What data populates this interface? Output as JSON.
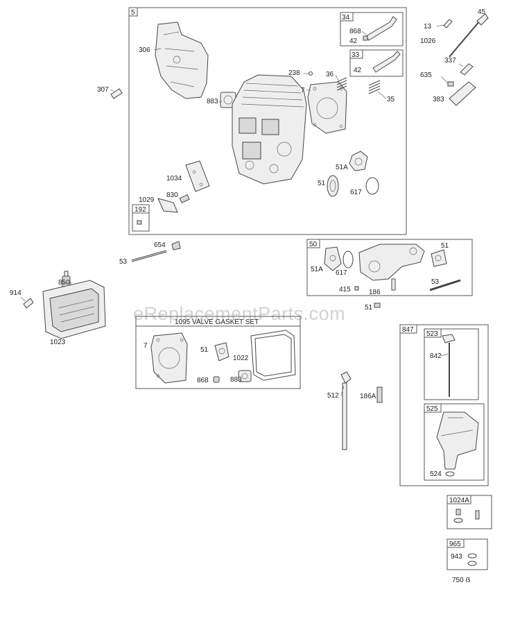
{
  "watermark": "eReplacementParts.com",
  "kit_title": "1095 VALVE GASKET SET",
  "labels": {
    "p5": "5",
    "p306": "306",
    "p883a": "883",
    "p238": "238",
    "p7a": "7",
    "p36": "36",
    "p35": "35",
    "p34": "34",
    "p868a": "868",
    "p42a": "42",
    "p33": "33",
    "p42b": "42",
    "p13": "13",
    "p45": "45",
    "p1026": "1026",
    "p337": "337",
    "p635": "635",
    "p383": "383",
    "p307": "307",
    "p51Aa": "51A",
    "p51a": "51",
    "p617a": "617",
    "p1034": "1034",
    "p830": "830",
    "p1029": "1029",
    "p192": "192",
    "p654": "654",
    "p53a": "53",
    "p50": "50",
    "p51Ab": "51A",
    "p617b": "617",
    "p51b": "51",
    "p415": "415",
    "p186": "186",
    "p53b": "53",
    "p51c": "51",
    "p914": "914",
    "p850": "850",
    "p1023": "1023",
    "p7b": "7",
    "p51d": "51",
    "p1022": "1022",
    "p868b": "868",
    "p883b": "883",
    "p512": "512",
    "p186A": "186A",
    "p847": "847",
    "p523": "523",
    "p842": "842",
    "p525": "525",
    "p524": "524",
    "p1024A": "1024A",
    "p965": "965",
    "p943": "943",
    "p750": "750 ẞ"
  }
}
